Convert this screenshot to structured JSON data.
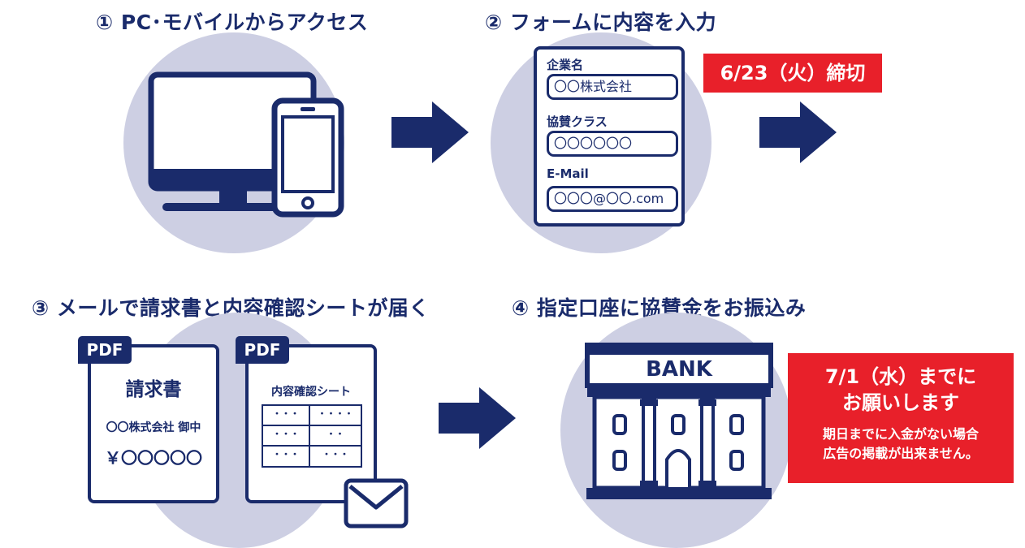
{
  "steps": [
    {
      "title": "① PC･モバイルからアクセス"
    },
    {
      "title": "② フォームに内容を入力"
    },
    {
      "title": "③ メールで請求書と内容確認シートが届く"
    },
    {
      "title": "④ 指定口座に協賛金をお振込み"
    }
  ],
  "form": {
    "company_label": "企業名",
    "company_value": "〇〇株式会社",
    "class_label": "協賛クラス",
    "class_value": "〇〇〇〇〇〇",
    "email_label": "E-Mail",
    "email_value": "〇〇〇@〇〇.com"
  },
  "deadline": "6/23（火）締切",
  "invoice": {
    "pdf_tag": "PDF",
    "title": "請求書",
    "addressee": "〇〇株式会社 御中",
    "amount": "￥〇〇〇〇〇"
  },
  "confirmation": {
    "pdf_tag": "PDF",
    "title": "内容確認シート",
    "cells": [
      "・・・",
      "・・・・",
      "・・・",
      "・・",
      "・・・",
      "・・・"
    ]
  },
  "bank": {
    "sign": "BANK"
  },
  "payment_notice": {
    "line1": "7/1（水）までに",
    "line2": "お願いします",
    "line3": "期日までに入金がない場合",
    "line4": "広告の掲載が出来ません。"
  },
  "colors": {
    "navy": "#1a2b6b",
    "circle": "#cdcfe3",
    "red": "#e8202a"
  }
}
